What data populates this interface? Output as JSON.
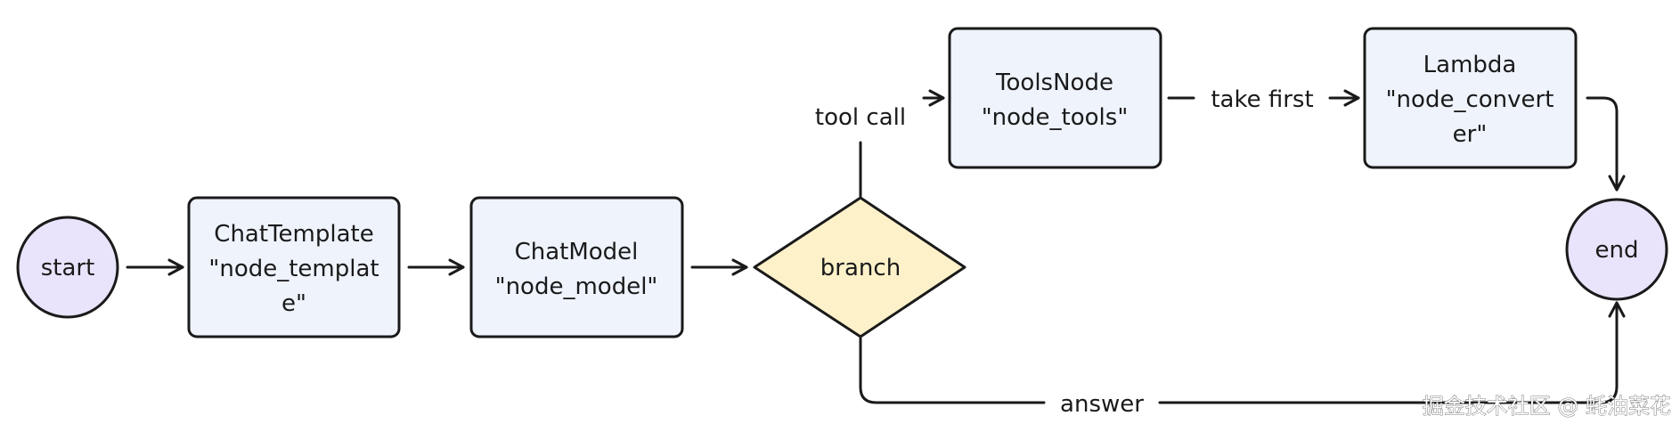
{
  "colors": {
    "circle_fill": "#e9e3fb",
    "box_fill": "#eef3fc",
    "diamond_fill": "#fdf1c9",
    "stroke": "#1a1a1a"
  },
  "nodes": {
    "start": {
      "label": "start"
    },
    "template": {
      "line1": "ChatTemplate",
      "line2": "\"node_templat",
      "line3": "e\""
    },
    "model": {
      "line1": "ChatModel",
      "line2": "\"node_model\""
    },
    "branch": {
      "label": "branch"
    },
    "tools": {
      "line1": "ToolsNode",
      "line2": "\"node_tools\""
    },
    "converter": {
      "line1": "Lambda",
      "line2": "\"node_convert",
      "line3": "er\""
    },
    "end": {
      "label": "end"
    }
  },
  "edges": {
    "tool_call": "tool call",
    "take_first": "take first",
    "answer": "answer"
  },
  "watermark": "掘金技术社区 @ 蚝油菜花"
}
